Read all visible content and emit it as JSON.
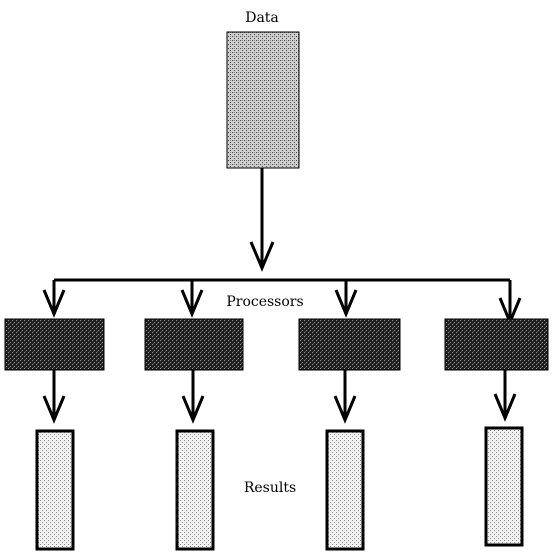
{
  "labels": {
    "data": "Data",
    "processors": "Processors",
    "results": "Results"
  },
  "colors": {
    "stroke": "#000000",
    "data_fill": "#bdbdbd",
    "processor_fill": "#2a2a2a",
    "result_fill": "#e3e3e3"
  }
}
